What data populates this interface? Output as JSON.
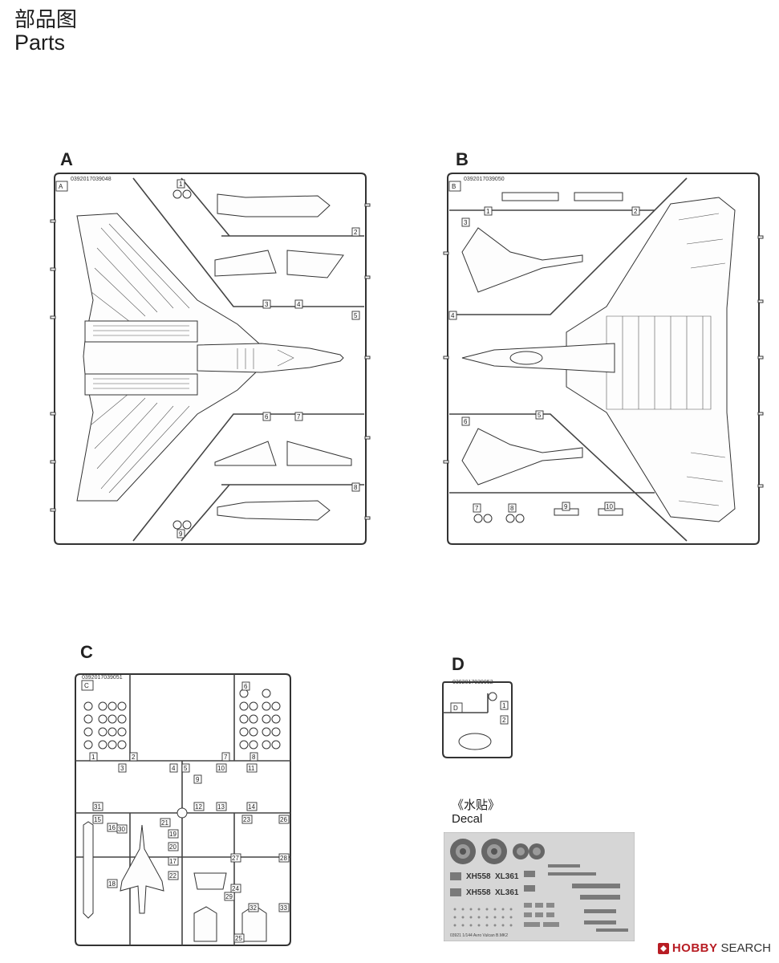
{
  "header": {
    "title_cn": "部品图",
    "title_en": "Parts"
  },
  "sprues": [
    {
      "id": "A",
      "tag": "A",
      "code": "0392017039048",
      "part_numbers": [
        "1",
        "2",
        "3",
        "4",
        "5",
        "6",
        "7",
        "8",
        "9"
      ]
    },
    {
      "id": "B",
      "tag": "B",
      "code": "0392017039050",
      "part_numbers": [
        "1",
        "2",
        "3",
        "4",
        "5",
        "6",
        "7",
        "8",
        "9",
        "10"
      ]
    },
    {
      "id": "C",
      "tag": "C",
      "code": "0392017039051",
      "part_numbers": [
        "1",
        "2",
        "3",
        "4",
        "5",
        "6",
        "7",
        "8",
        "9",
        "10",
        "11",
        "12",
        "13",
        "14",
        "15",
        "16",
        "17",
        "18",
        "19",
        "20",
        "21",
        "22",
        "23",
        "24",
        "25",
        "26",
        "27",
        "28",
        "29",
        "30",
        "31",
        "32",
        "33"
      ]
    },
    {
      "id": "D",
      "tag": "D",
      "code": "0392017039052",
      "part_numbers": [
        "1",
        "2"
      ]
    }
  ],
  "decal": {
    "title_cn": "《水贴》",
    "title_en": "Decal",
    "serials": [
      "XH558",
      "XL361",
      "XH558",
      "XL361"
    ],
    "footer": "03921 1/144 Avro Vulcan B.MK2"
  },
  "watermark": {
    "brand": "HOBBY",
    "suffix": "SEARCH",
    "brand_color": "#b81d24"
  }
}
